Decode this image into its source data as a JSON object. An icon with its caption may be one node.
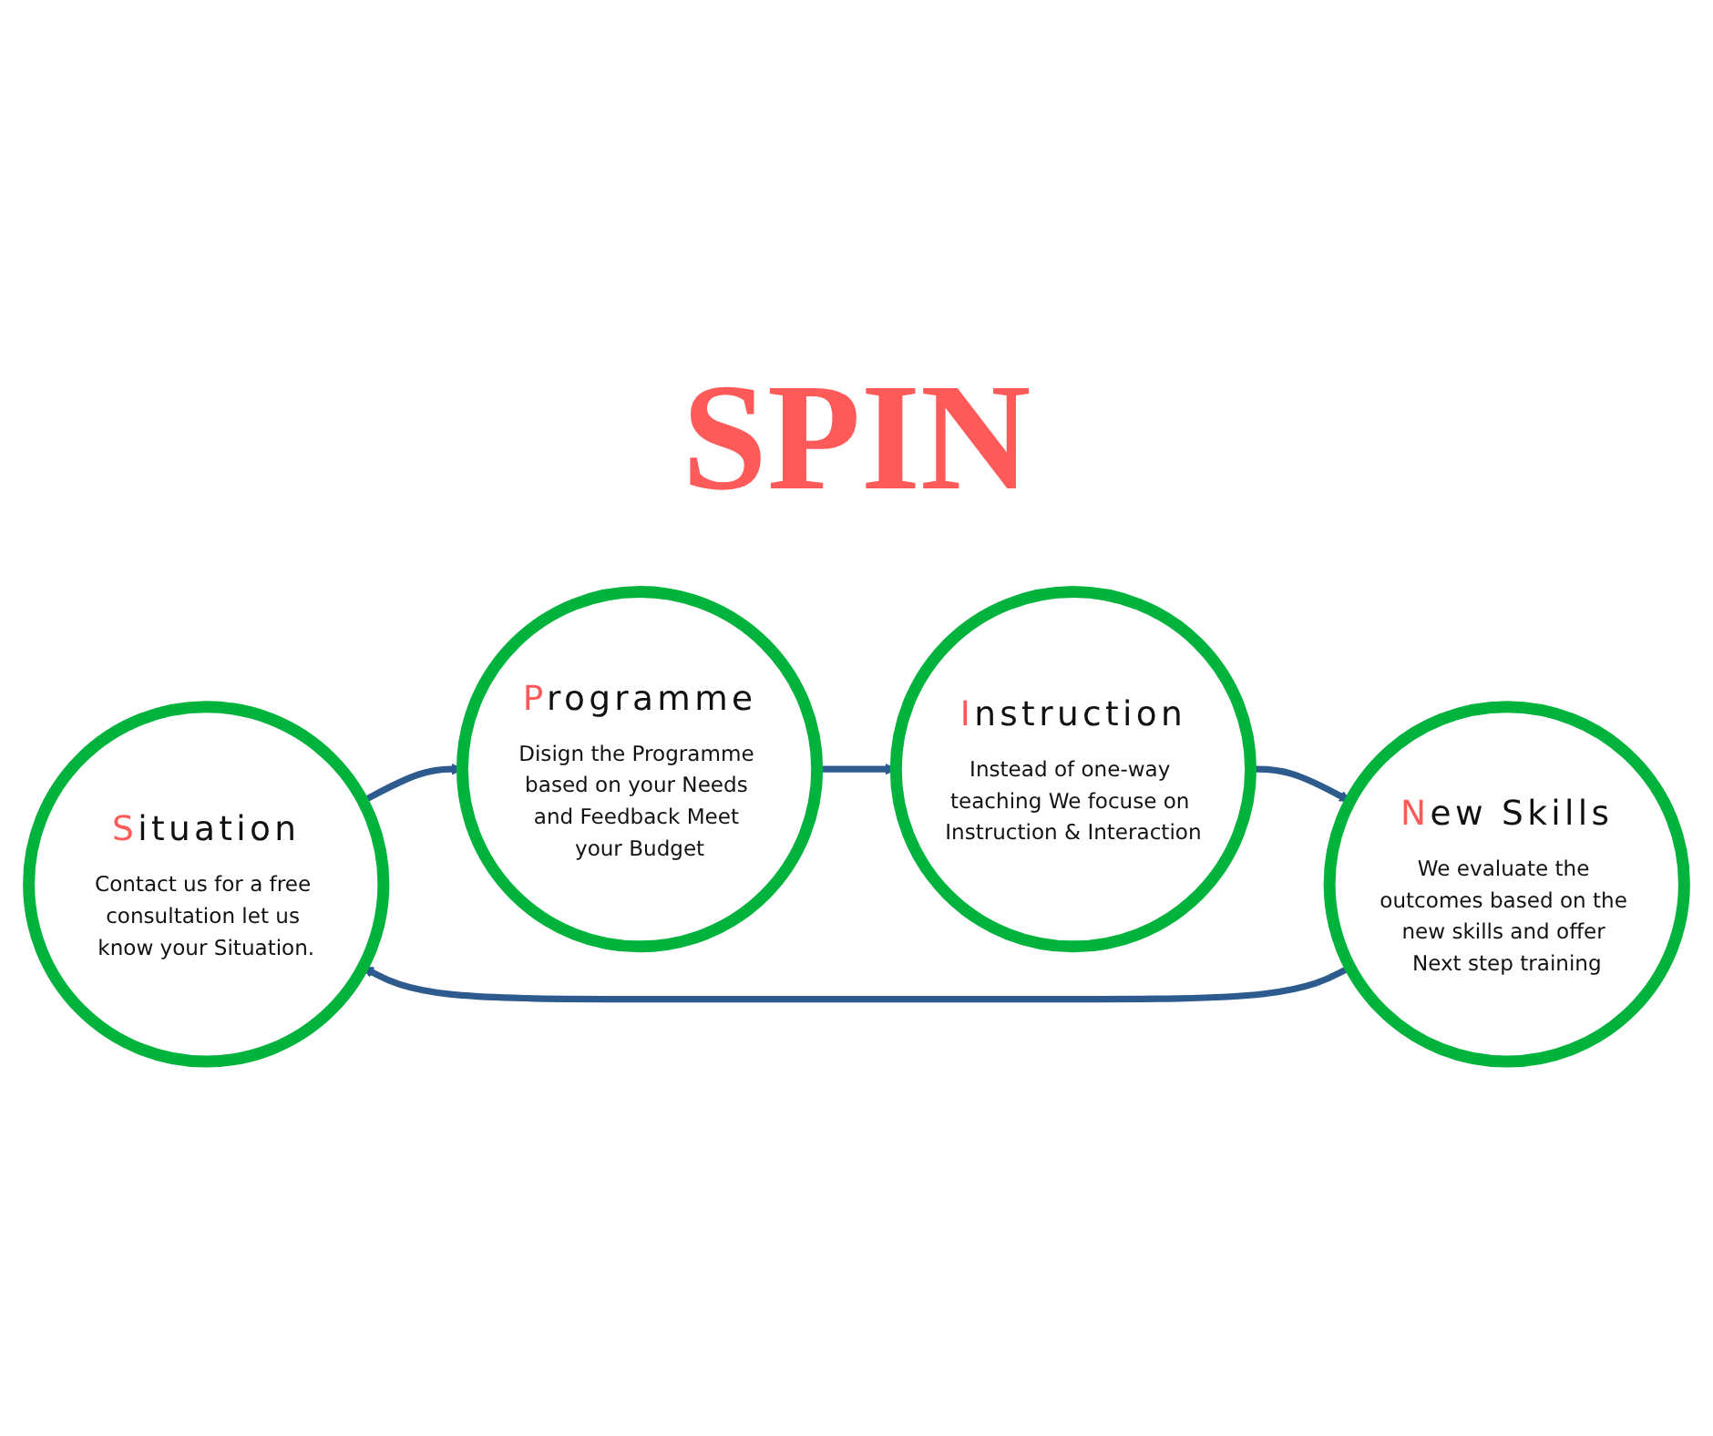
{
  "diagram": {
    "title": "SPIN",
    "nodes": [
      {
        "text": [
          "Situation",
          "Contact us for a free consultation let us know your Situation."
        ]
      },
      {
        "text": [
          "Programme",
          "Disign the Programme based on your Needs and Feedback Meet your Budget"
        ]
      },
      {
        "text": [
          "Instruction",
          "Instead of one-way teaching We focuse on Instruction & Interaction"
        ]
      },
      {
        "text": [
          "New Skills",
          "We evaluate the outcomes based on the new skills and offer Next step training"
        ]
      }
    ],
    "edges": [
      {
        "from": 0,
        "to": 1,
        "arrow": "to"
      },
      {
        "from": 1,
        "to": 2,
        "arrow": "to"
      },
      {
        "from": 2,
        "to": 3,
        "arrow": "to"
      },
      {
        "from": 3,
        "to": 0,
        "arrow": "to"
      }
    ]
  }
}
